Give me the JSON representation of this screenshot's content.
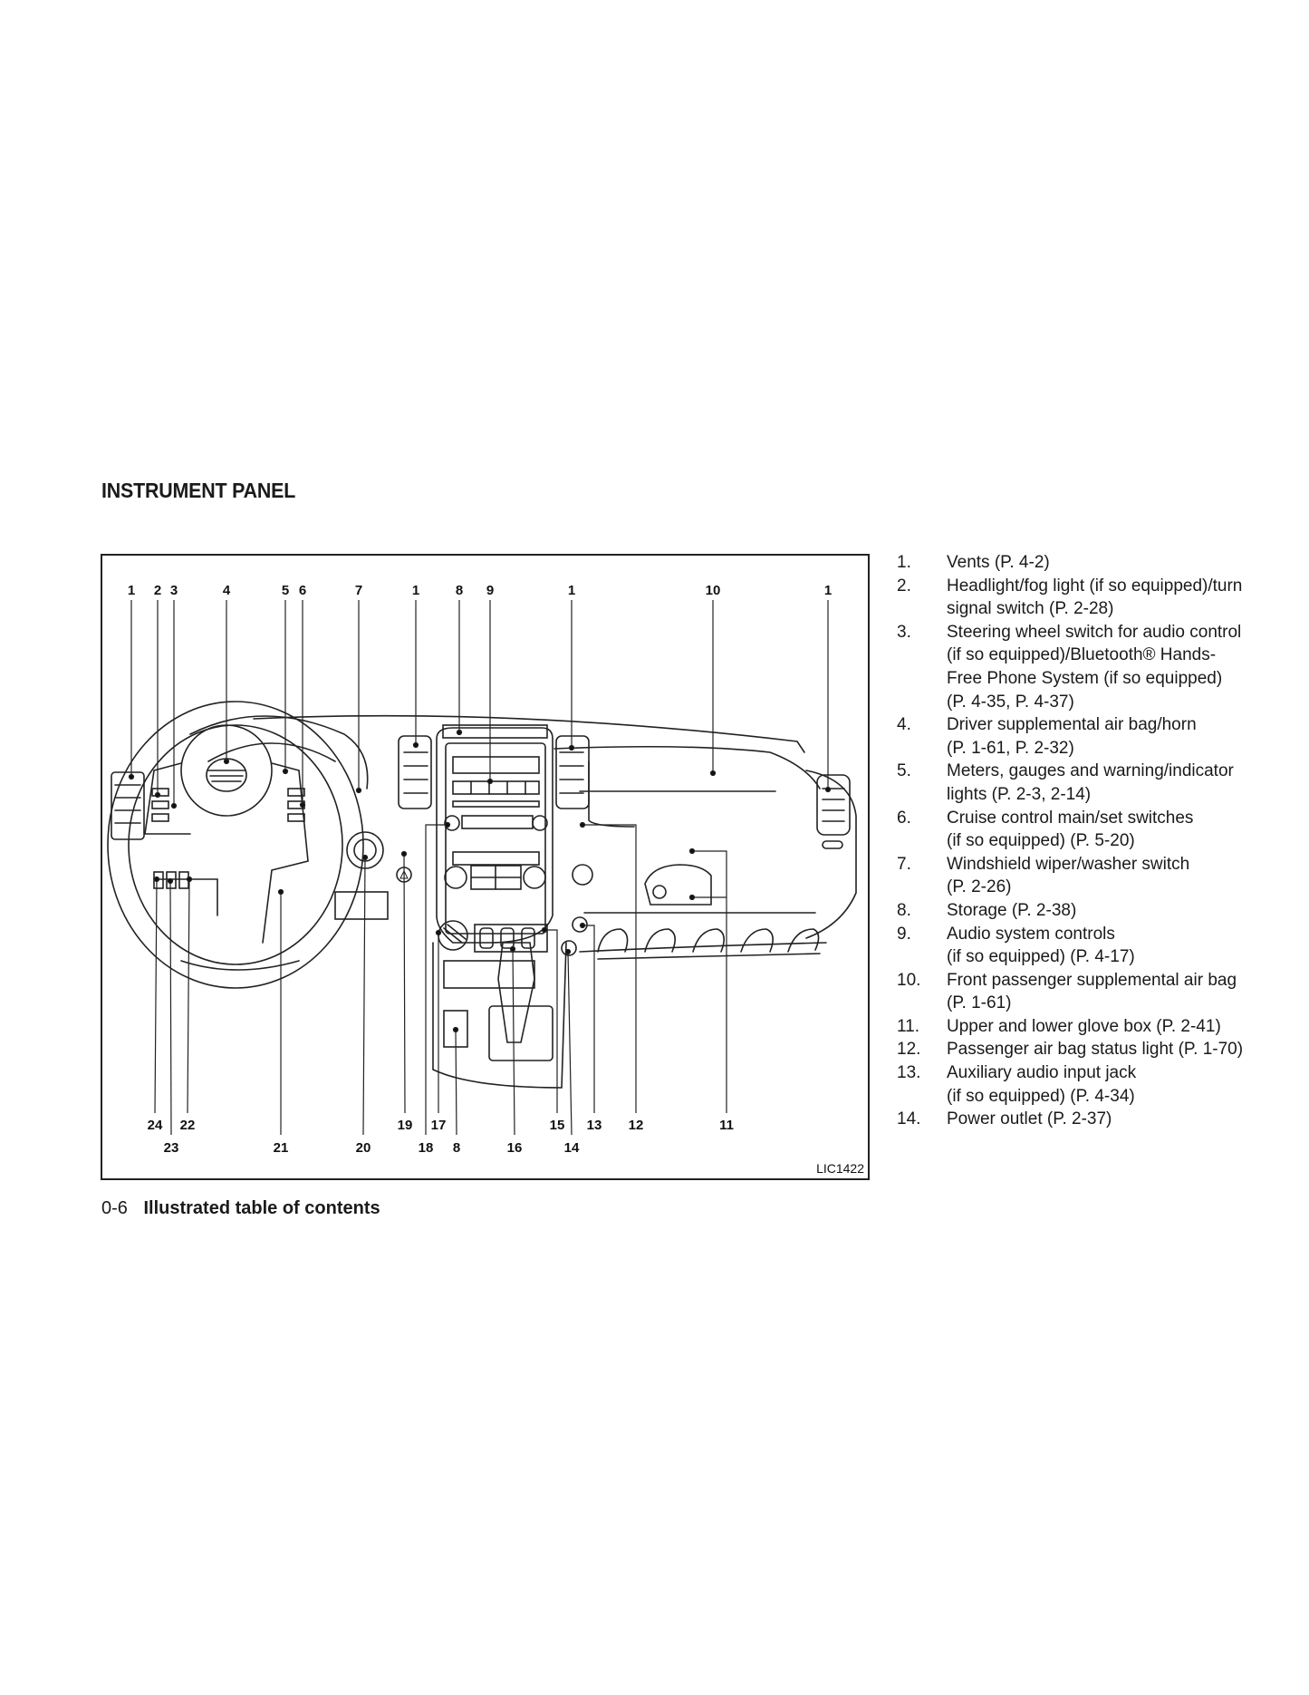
{
  "heading": "INSTRUMENT PANEL",
  "figure": {
    "id": "LIC1422",
    "callouts_top": [
      "1",
      "2",
      "3",
      "4",
      "5",
      "6",
      "7",
      "1",
      "8",
      "9",
      "1",
      "10",
      "1"
    ],
    "callouts_bottom": [
      "24",
      "23",
      "22",
      "21",
      "20",
      "19",
      "18",
      "17",
      "8",
      "16",
      "15",
      "14",
      "13",
      "12",
      "11"
    ]
  },
  "legend": [
    {
      "num": "1.",
      "lines": [
        "Vents (P. 4-2)"
      ]
    },
    {
      "num": "2.",
      "lines": [
        "Headlight/fog light (if so equipped)/turn",
        "signal switch (P. 2-28)"
      ]
    },
    {
      "num": "3.",
      "lines": [
        "Steering wheel switch for audio control",
        "(if so equipped)/Bluetooth® Hands-",
        "Free Phone System (if so equipped)",
        "(P. 4-35, P. 4-37)"
      ]
    },
    {
      "num": "4.",
      "lines": [
        "Driver supplemental air bag/horn",
        "(P. 1-61, P. 2-32)"
      ]
    },
    {
      "num": "5.",
      "lines": [
        "Meters, gauges and warning/indicator",
        "lights (P. 2-3, 2-14)"
      ]
    },
    {
      "num": "6.",
      "lines": [
        "Cruise control main/set switches",
        "(if so equipped) (P. 5-20)"
      ]
    },
    {
      "num": "7.",
      "lines": [
        "Windshield wiper/washer switch",
        "(P. 2-26)"
      ]
    },
    {
      "num": "8.",
      "lines": [
        "Storage (P. 2-38)"
      ]
    },
    {
      "num": "9.",
      "lines": [
        "Audio system controls",
        "(if so equipped) (P. 4-17)"
      ]
    },
    {
      "num": "10.",
      "lines": [
        "Front passenger supplemental air bag",
        "(P. 1-61)"
      ]
    },
    {
      "num": "11.",
      "lines": [
        "Upper and lower glove box (P. 2-41)"
      ]
    },
    {
      "num": "12.",
      "lines": [
        "Passenger air bag status light (P. 1-70)"
      ]
    },
    {
      "num": "13.",
      "lines": [
        "Auxiliary audio input jack",
        "(if so equipped) (P. 4-34)"
      ]
    },
    {
      "num": "14.",
      "lines": [
        "Power outlet (P. 2-37)"
      ]
    }
  ],
  "footer": {
    "page": "0-6",
    "section": "Illustrated table of contents"
  }
}
